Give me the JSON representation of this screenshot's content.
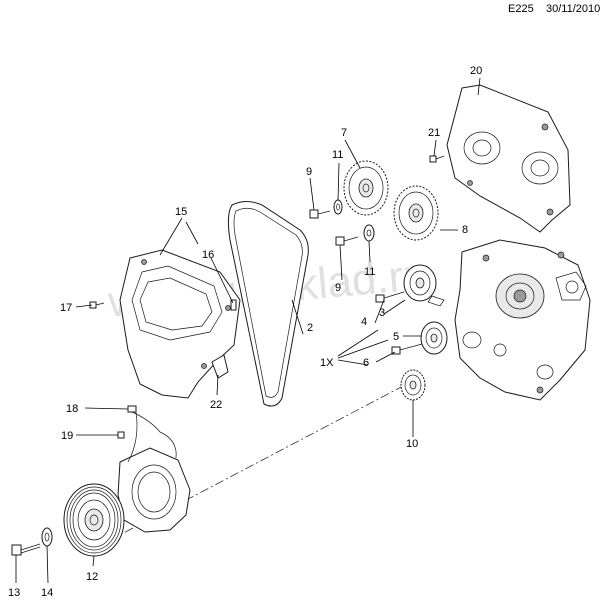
{
  "header": {
    "code": "E225",
    "date": "30/11/2010"
  },
  "watermark": "www.gmsklad.ru",
  "callouts": {
    "c1x": "1X",
    "c2": "2",
    "c3": "3",
    "c4": "4",
    "c5": "5",
    "c6": "6",
    "c7": "7",
    "c8": "8",
    "c9a": "9",
    "c9b": "9",
    "c10": "10",
    "c11a": "11",
    "c11b": "11",
    "c12": "12",
    "c13": "13",
    "c14": "14",
    "c15": "15",
    "c16": "16",
    "c17": "17",
    "c18": "18",
    "c19": "19",
    "c20": "20",
    "c21": "21",
    "c22": "22"
  }
}
